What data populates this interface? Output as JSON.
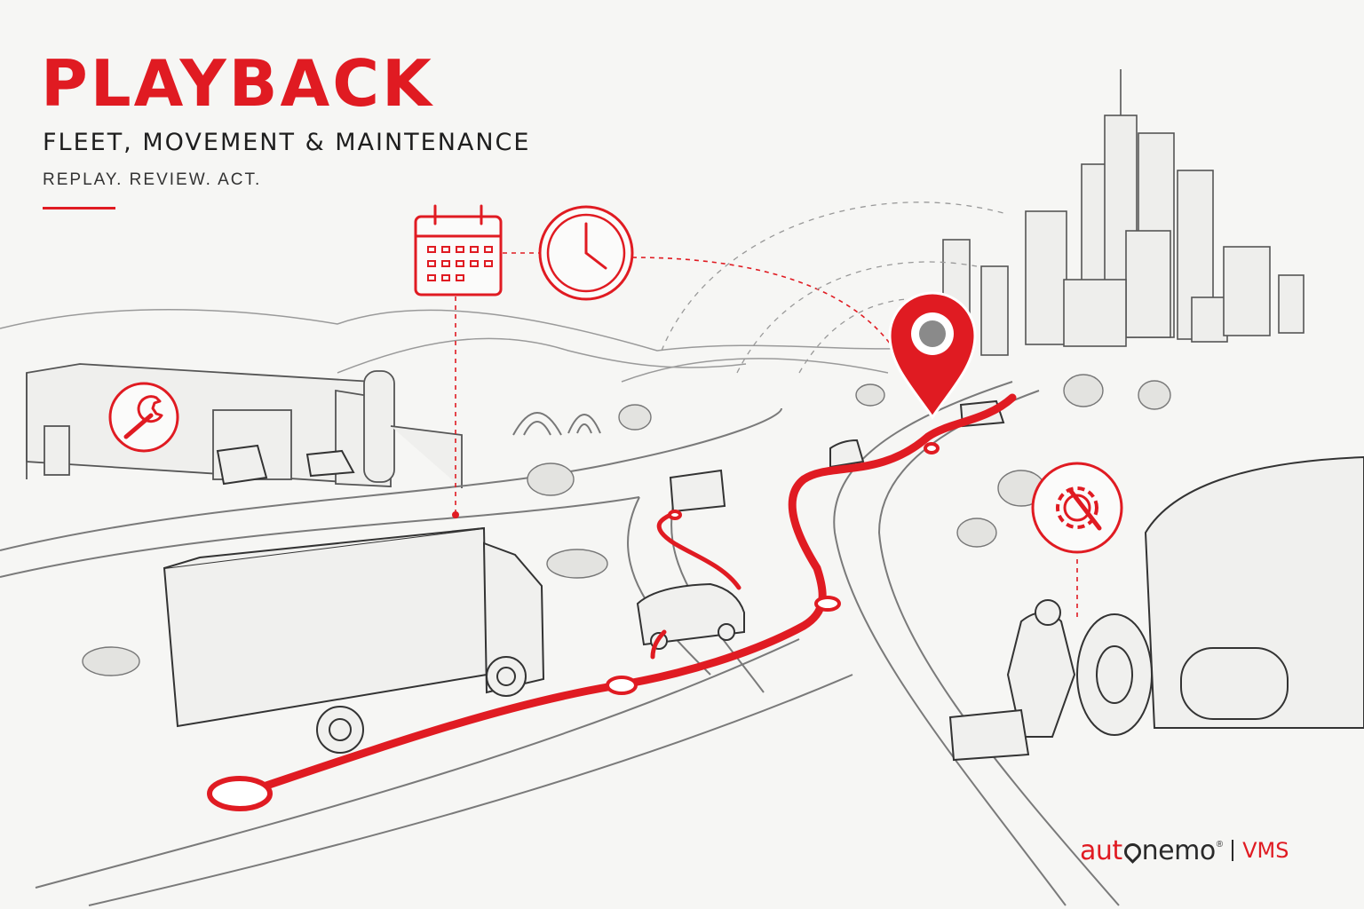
{
  "header": {
    "title": "PLAYBACK",
    "subtitle": "FLEET, MOVEMENT & MAINTENANCE",
    "tagline": "REPLAY. REVIEW. ACT."
  },
  "brand": {
    "part_auto": "aut",
    "part_nemo": "nemo",
    "registered": "®",
    "product": "VMS"
  },
  "icons": [
    "wrench-icon",
    "calendar-icon",
    "clock-icon",
    "location-pin-icon",
    "gear-wrench-icon"
  ],
  "colors": {
    "accent": "#e01b22",
    "ink": "#1e1e1e",
    "sketch": "#5a5a5a",
    "paper": "#f6f6f4"
  }
}
